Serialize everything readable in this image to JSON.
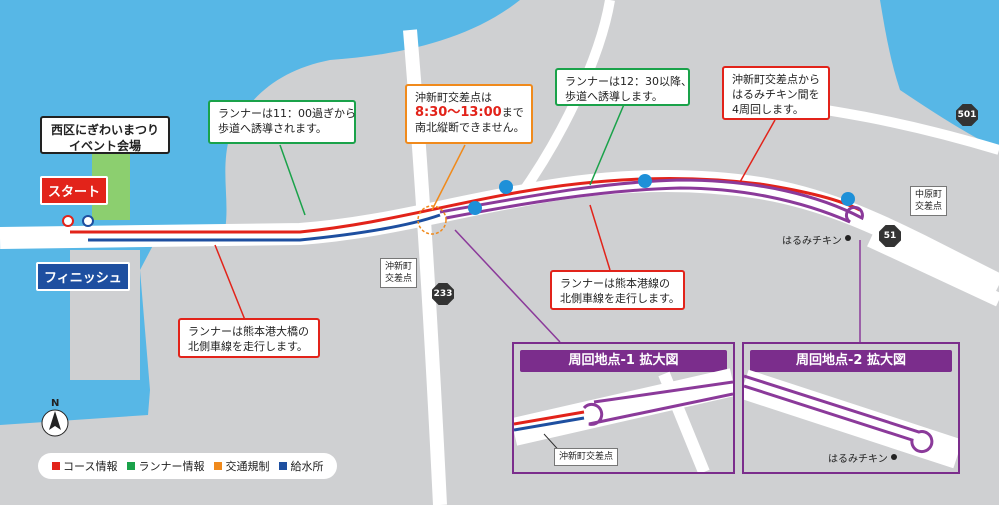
{
  "callouts": {
    "venue": "西区にぎわいまつり\nイベント会場",
    "runner_1100": "ランナーは11：00過ぎから\n歩道へ誘導されます。",
    "traffic_label": "沖新町交差点は",
    "traffic_time": "8:30〜13:00",
    "traffic_suffix": "まで",
    "traffic_line2": "南北縦断できません。",
    "runner_1230": "ランナーは12：30以降、\n歩道へ誘導します。",
    "loop_4": "沖新町交差点から\nはるみチキン間を\n4周回します。",
    "bridge_north": "ランナーは熊本港大橋の\n北側車線を走行します。",
    "port_north": "ランナーは熊本港線の\n北側車線を走行します。"
  },
  "tags": {
    "start": "スタート",
    "finish": "フィニッシュ"
  },
  "places": {
    "okishin": "沖新町\n交差点",
    "nakahara": "中原町\n交差点",
    "harumi": "はるみチキン",
    "route_233": "233",
    "route_51": "51",
    "route_501": "501",
    "north": "N"
  },
  "insets": [
    {
      "title": "周回地点-1 拡大図",
      "label": "沖新町交差点"
    },
    {
      "title": "周回地点-2 拡大図",
      "label": "はるみチキン"
    }
  ],
  "legend": [
    {
      "label": "コース情報",
      "color": "#e2231a"
    },
    {
      "label": "ランナー情報",
      "color": "#1aa24a"
    },
    {
      "label": "交通規制",
      "color": "#f08a1c"
    },
    {
      "label": "給水所",
      "color": "#1e4fa0"
    }
  ],
  "colors": {
    "sea": "#57b7e6",
    "course": "#e2231a",
    "return": "#1e4fa0",
    "loop": "#8b3a9a"
  }
}
